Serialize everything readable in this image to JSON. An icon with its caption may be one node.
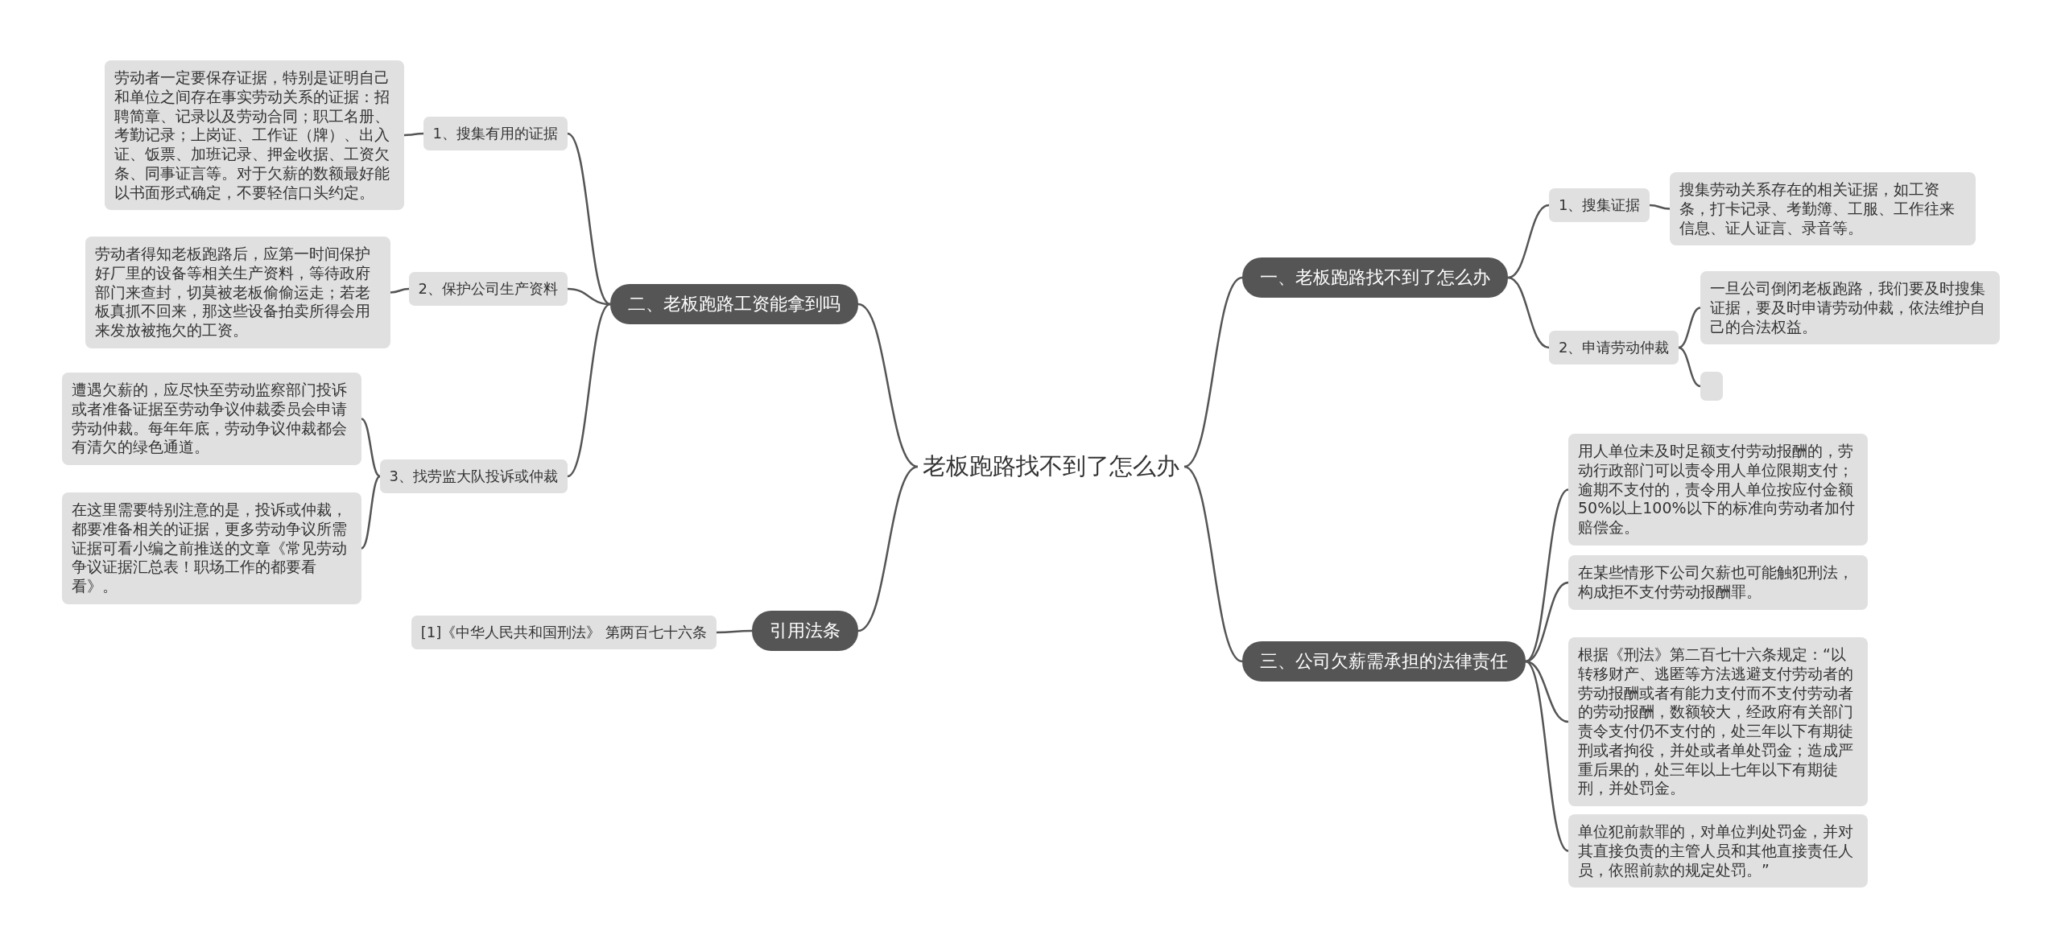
{
  "diagram": {
    "nodes": [
      {
        "text": [
          "老板跑路找不到了怎么办"
        ]
      },
      {
        "text": [
          "一、老板跑路找不到了怎么办"
        ]
      },
      {
        "text": [
          "1、搜集证据"
        ]
      },
      {
        "text": [
          "搜集劳动关系存在的相关证据，如工资条，打卡记录、考勤簿、工服、工作往来信息、证人证言、录音等。"
        ]
      },
      {
        "text": [
          "2、申请劳动仲裁"
        ]
      },
      {
        "text": [
          "一旦公司倒闭老板跑路，我们要及时搜集证据，要及时申请劳动仲裁，依法维护自己的合法权益。"
        ]
      },
      {
        "text": [],
        "shape": "box"
      },
      {
        "text": [
          "三、公司欠薪需承担的法律责任"
        ]
      },
      {
        "text": [
          "用人单位未及时足额支付劳动报酬的，劳动行政部门可以责令用人单位限期支付；逾期不支付的，责令用人单位按应付金额50%以上100%以下的标准向劳动者加付赔偿金。"
        ]
      },
      {
        "text": [
          "在某些情形下公司欠薪也可能触犯刑法，构成拒不支付劳动报酬罪。"
        ]
      },
      {
        "text": [
          "根据《刑法》第二百七十六条规定：“以转移财产、逃匿等方法逃避支付劳动者的劳动报酬或者有能力支付而不支付劳动者的劳动报酬，数额较大，经政府有关部门责令支付仍不支付的，处三年以下有期徒刑或者拘役，并处或者单处罚金；造成严重后果的，处三年以上七年以下有期徒刑，并处罚金。"
        ]
      },
      {
        "text": [
          "单位犯前款罪的，对单位判处罚金，并对其直接负责的主管人员和其他直接责任人员，依照前款的规定处罚。”"
        ]
      },
      {
        "text": [
          "二、老板跑路工资能拿到吗"
        ]
      },
      {
        "text": [
          "1、搜集有用的证据"
        ]
      },
      {
        "text": [
          "劳动者一定要保存证据，特别是证明自己和单位之间存在事实劳动关系的证据：招聘简章、记录以及劳动合同；职工名册、考勤记录；上岗证、工作证（牌）、出入证、饭票、加班记录、押金收据、工资欠条、同事证言等。对于欠薪的数额最好能以书面形式确定，不要轻信口头约定。"
        ]
      },
      {
        "text": [
          "2、保护公司生产资料"
        ]
      },
      {
        "text": [
          "劳动者得知老板跑路后，应第一时间保护好厂里的设备等相关生产资料，等待政府部门来查封，切莫被老板偷偷运走；若老板真抓不回来，那这些设备拍卖所得会用来发放被拖欠的工资。"
        ]
      },
      {
        "text": [
          "3、找劳监大队投诉或仲裁"
        ]
      },
      {
        "text": [
          "遭遇欠薪的，应尽快至劳动监察部门投诉或者准备证据至劳动争议仲裁委员会申请劳动仲裁。每年年底，劳动争议仲裁都会有清欠的绿色通道。"
        ]
      },
      {
        "text": [
          "在这里需要特别注意的是，投诉或仲裁，都要准备相关的证据，更多劳动争议所需证据可看小编之前推送的文章《常见劳动争议证据汇总表！职场工作的都要看看》。"
        ]
      },
      {
        "text": [
          "引用法条"
        ]
      },
      {
        "text": [
          "[1]《中华人民共和国刑法》 第两百七十六条"
        ]
      }
    ],
    "edges": [
      {
        "from": 0,
        "to": 1,
        "arrow": "none"
      },
      {
        "from": 1,
        "to": 2,
        "arrow": "none"
      },
      {
        "from": 2,
        "to": 3,
        "arrow": "none"
      },
      {
        "from": 1,
        "to": 4,
        "arrow": "none"
      },
      {
        "from": 4,
        "to": 5,
        "arrow": "none"
      },
      {
        "from": 4,
        "to": 6,
        "arrow": "none"
      },
      {
        "from": 0,
        "to": 7,
        "arrow": "none"
      },
      {
        "from": 7,
        "to": 8,
        "arrow": "none"
      },
      {
        "from": 7,
        "to": 9,
        "arrow": "none"
      },
      {
        "from": 7,
        "to": 10,
        "arrow": "none"
      },
      {
        "from": 7,
        "to": 11,
        "arrow": "none"
      },
      {
        "from": 0,
        "to": 12,
        "arrow": "none"
      },
      {
        "from": 12,
        "to": 13,
        "arrow": "none"
      },
      {
        "from": 13,
        "to": 14,
        "arrow": "none"
      },
      {
        "from": 12,
        "to": 15,
        "arrow": "none"
      },
      {
        "from": 15,
        "to": 16,
        "arrow": "none"
      },
      {
        "from": 12,
        "to": 17,
        "arrow": "none"
      },
      {
        "from": 17,
        "to": 18,
        "arrow": "none"
      },
      {
        "from": 17,
        "to": 19,
        "arrow": "none"
      },
      {
        "from": 0,
        "to": 20,
        "arrow": "none"
      },
      {
        "from": 20,
        "to": 21,
        "arrow": "none"
      }
    ]
  }
}
